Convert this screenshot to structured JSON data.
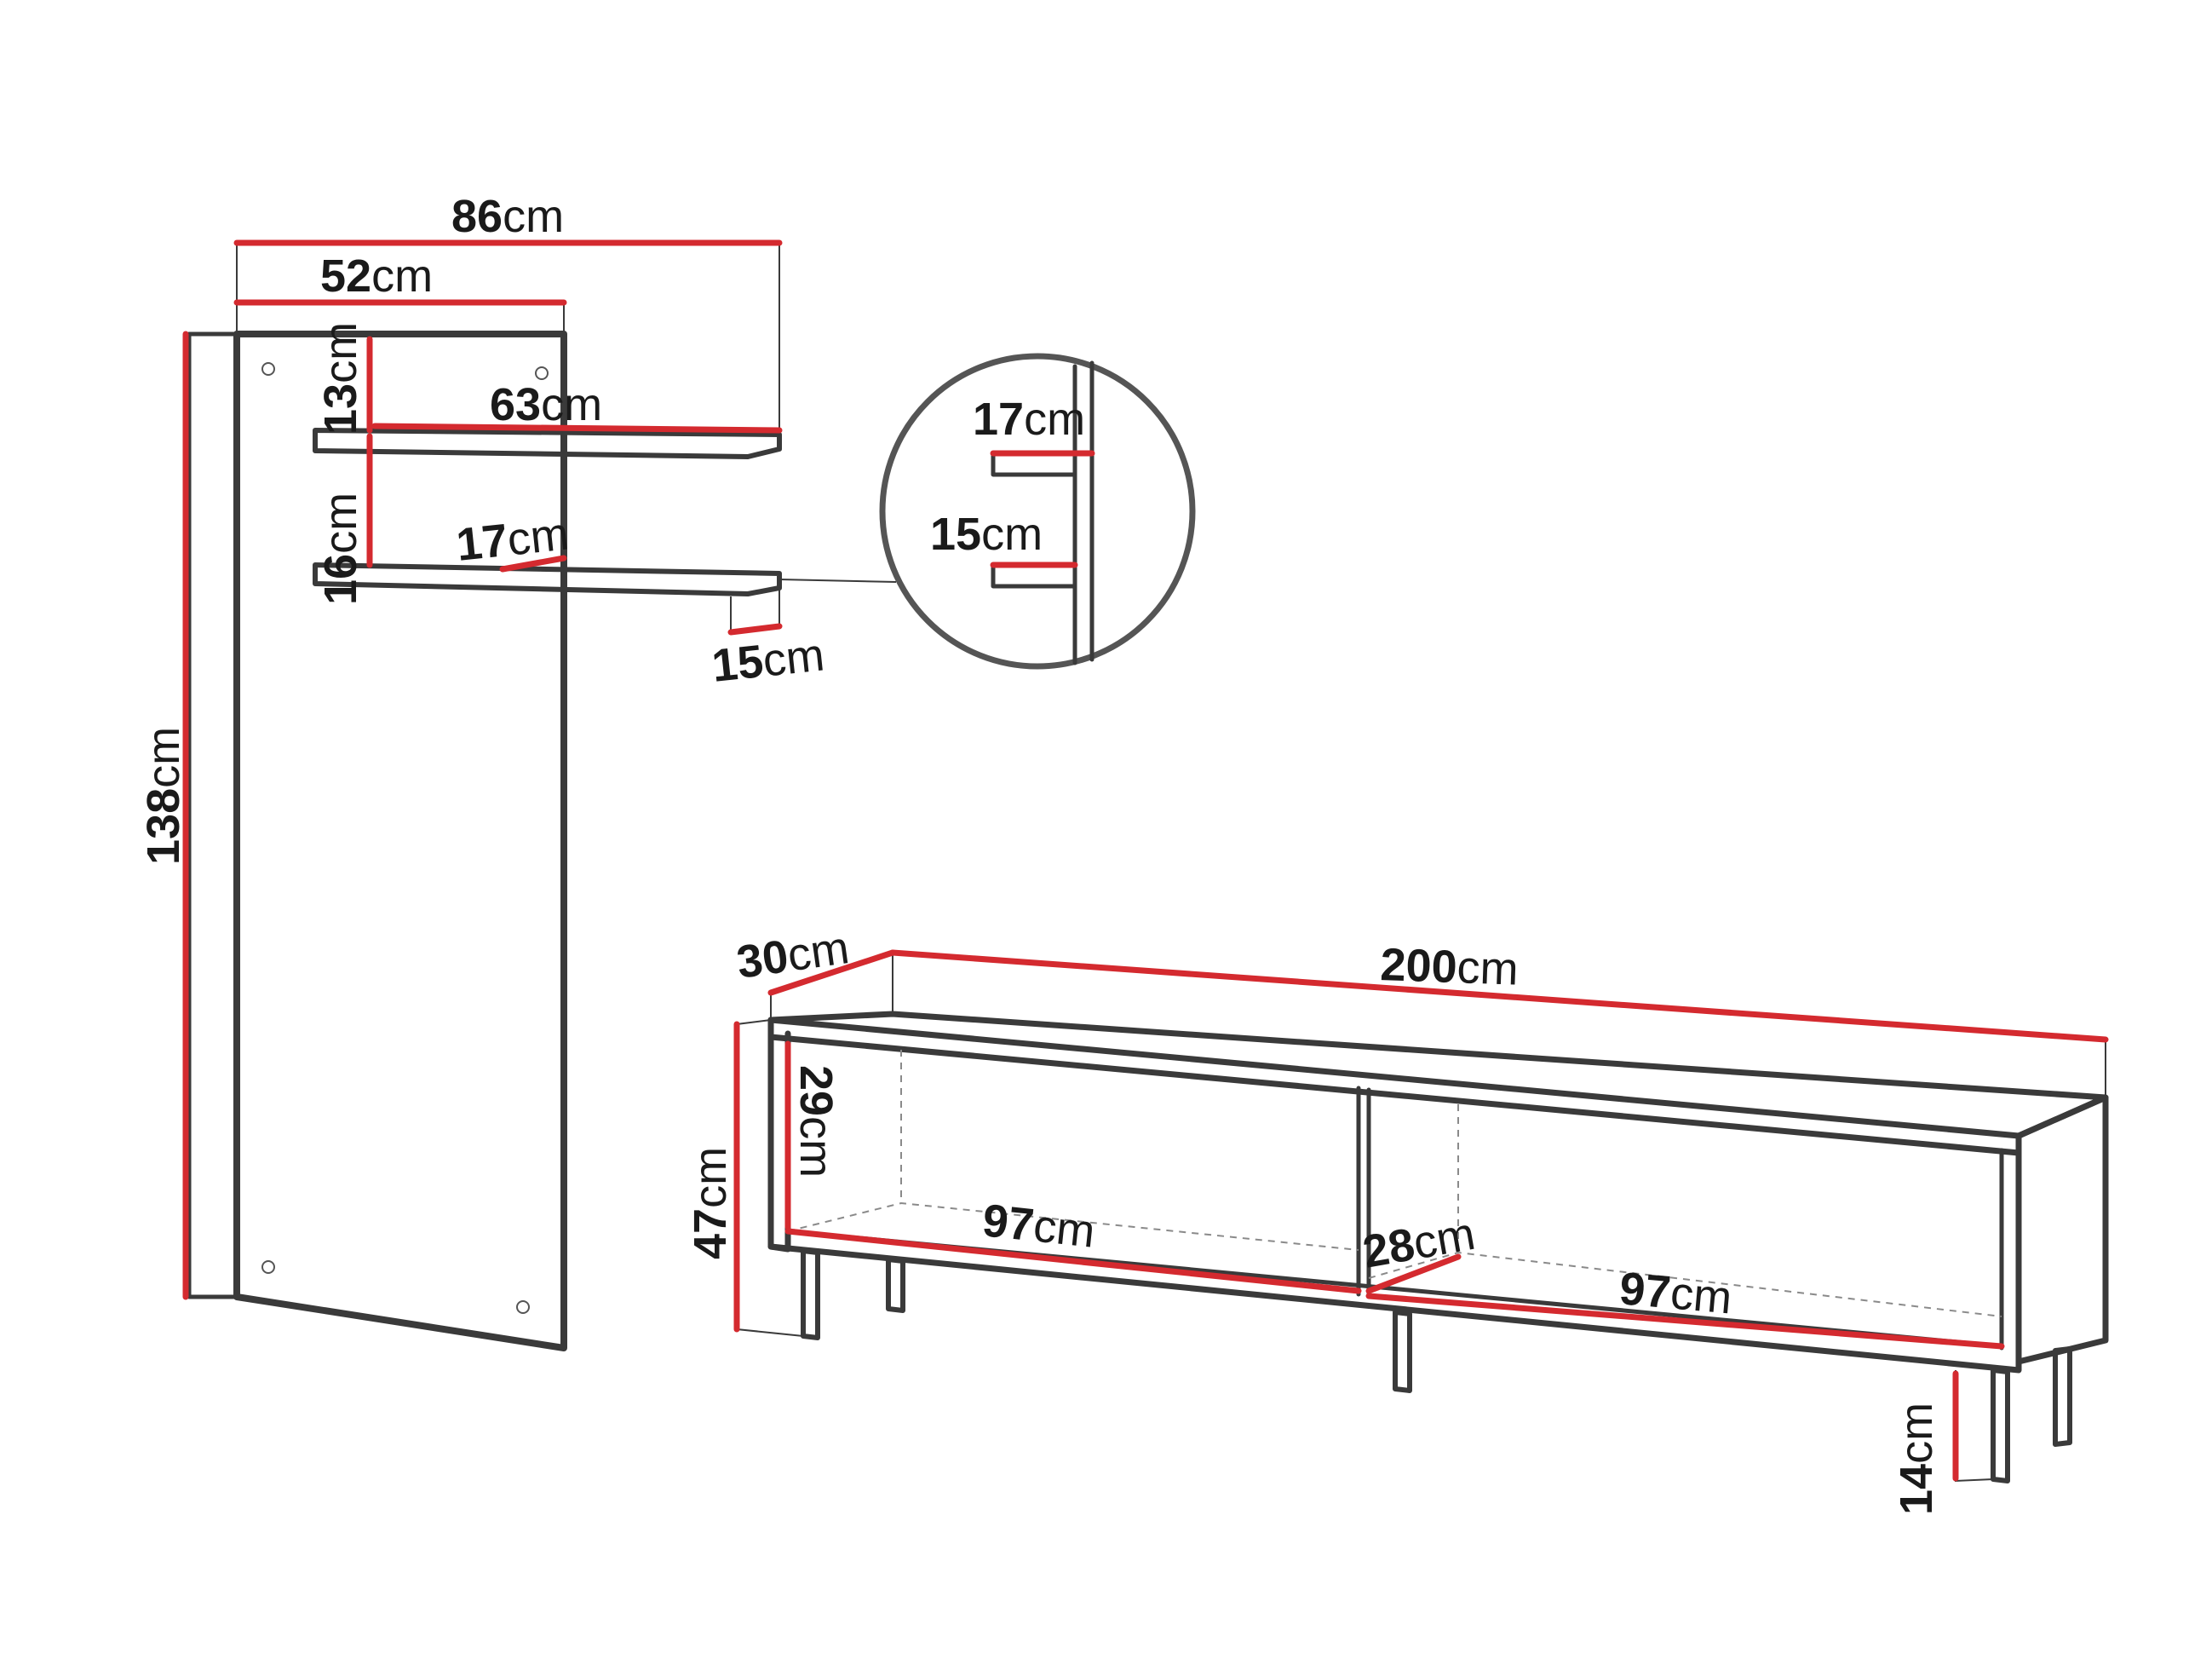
{
  "colors": {
    "line": "#3a3a3a",
    "dimension": "#d42a2f",
    "text": "#1a1a1a",
    "background": "#ffffff"
  },
  "labels": {
    "shelf_total_width": {
      "value": "86",
      "unit": "cm"
    },
    "panel_width": {
      "value": "52",
      "unit": "cm"
    },
    "upper_shelf_length": {
      "value": "63",
      "unit": "cm"
    },
    "upper_gap": {
      "value": "13",
      "unit": "cm"
    },
    "lower_gap": {
      "value": "16",
      "unit": "cm"
    },
    "shelf_depth": {
      "value": "17",
      "unit": "cm"
    },
    "shelf_offset": {
      "value": "15",
      "unit": "cm"
    },
    "panel_height": {
      "value": "138",
      "unit": "cm"
    },
    "detail_depth": {
      "value": "17",
      "unit": "cm"
    },
    "detail_offset": {
      "value": "15",
      "unit": "cm"
    },
    "cabinet_depth": {
      "value": "30",
      "unit": "cm"
    },
    "cabinet_width": {
      "value": "200",
      "unit": "cm"
    },
    "cabinet_height": {
      "value": "47",
      "unit": "cm"
    },
    "compartment_height": {
      "value": "29",
      "unit": "cm"
    },
    "left_compartment_width": {
      "value": "97",
      "unit": "cm"
    },
    "compartment_depth": {
      "value": "28",
      "unit": "cm"
    },
    "right_compartment_width": {
      "value": "97",
      "unit": "cm"
    },
    "leg_height": {
      "value": "14",
      "unit": "cm"
    }
  }
}
